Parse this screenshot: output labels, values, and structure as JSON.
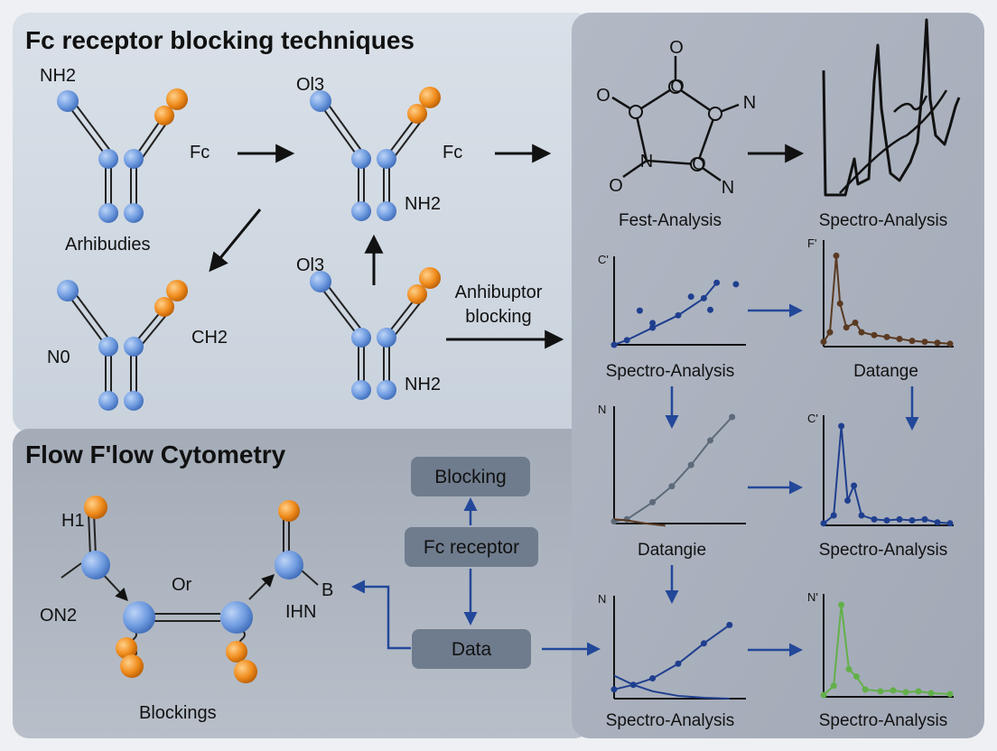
{
  "panels": {
    "fc_title": "Fc receptor blocking techniques",
    "flow_title": "Flow F'low Cytometry"
  },
  "colors": {
    "blue_node": "#6f9be0",
    "orange_node": "#f08c1c",
    "navy_series": "#1f3f8f",
    "brown_series": "#5a3a22",
    "slate_series": "#5d6a7a",
    "green_series": "#63b04a",
    "arrow_blue": "#23489a"
  },
  "fc_panel": {
    "label_nh2_top": "NH2",
    "label_fc_1": "Fc",
    "label_antibodies": "Arhibudies",
    "label_ol3_top": "Ol3",
    "label_fc_2": "Fc",
    "label_nh2_mid": "NH2",
    "label_n0": "N0",
    "label_ch2": "CH2",
    "label_ol3_bottom": "Ol3",
    "label_inhibitor_line1": "Anhibuptor",
    "label_inhibitor_line2": "blocking",
    "label_nh2_bottom": "NH2"
  },
  "flow_panel": {
    "label_h1": "H1",
    "label_on2": "ON2",
    "label_or": "Or",
    "label_b": "B",
    "label_ihn": "IHN",
    "label_blockings": "Blockings",
    "box_blocking": "Blocking",
    "box_fc_receptor": "Fc receptor",
    "box_data": "Data"
  },
  "analysis_panel": {
    "ring_atoms": [
      "O",
      "O",
      "O",
      "N",
      "N",
      "O",
      "N",
      "O"
    ],
    "caption_fest": "Fest-Analysis",
    "caption_spectro_top": "Spectro-Analysis"
  },
  "chart_data": [
    {
      "type": "scatter",
      "ylabel": "C'",
      "caption": "Spectro-Analysis",
      "series": [
        {
          "values": [
            [
              0.0,
              0.0
            ],
            [
              0.1,
              0.06
            ],
            [
              0.3,
              0.22
            ],
            [
              0.5,
              0.38
            ],
            [
              0.7,
              0.6
            ],
            [
              0.8,
              0.8
            ]
          ]
        },
        {
          "values": [
            [
              0.2,
              0.44
            ],
            [
              0.3,
              0.28
            ],
            [
              0.6,
              0.62
            ],
            [
              0.75,
              0.45
            ],
            [
              0.95,
              0.78
            ]
          ]
        }
      ]
    },
    {
      "type": "line",
      "ylabel": "F'",
      "caption": "Datange",
      "series": [
        {
          "values": [
            [
              0.0,
              0.05
            ],
            [
              0.05,
              0.15
            ],
            [
              0.1,
              0.95
            ],
            [
              0.13,
              0.45
            ],
            [
              0.18,
              0.2
            ],
            [
              0.25,
              0.25
            ],
            [
              0.3,
              0.15
            ],
            [
              0.4,
              0.12
            ],
            [
              0.5,
              0.1
            ],
            [
              0.6,
              0.08
            ],
            [
              0.7,
              0.06
            ],
            [
              0.8,
              0.05
            ],
            [
              0.9,
              0.04
            ],
            [
              1.0,
              0.03
            ]
          ]
        }
      ]
    },
    {
      "type": "line",
      "ylabel": "N",
      "caption": "Datangie",
      "series": [
        {
          "values": [
            [
              0.0,
              0.02
            ],
            [
              0.1,
              0.04
            ],
            [
              0.3,
              0.2
            ],
            [
              0.45,
              0.35
            ],
            [
              0.6,
              0.55
            ],
            [
              0.75,
              0.78
            ],
            [
              0.92,
              1.0
            ]
          ]
        },
        {
          "values": [
            [
              0.0,
              0.04
            ],
            [
              0.1,
              0.03
            ],
            [
              0.25,
              0.0
            ],
            [
              0.4,
              -0.02
            ]
          ]
        }
      ]
    },
    {
      "type": "line",
      "ylabel": "C'",
      "caption": "Spectro-Analysis",
      "series": [
        {
          "values": [
            [
              0.0,
              0.02
            ],
            [
              0.08,
              0.1
            ],
            [
              0.14,
              1.0
            ],
            [
              0.19,
              0.25
            ],
            [
              0.24,
              0.4
            ],
            [
              0.3,
              0.1
            ],
            [
              0.4,
              0.06
            ],
            [
              0.5,
              0.05
            ],
            [
              0.6,
              0.06
            ],
            [
              0.7,
              0.05
            ],
            [
              0.8,
              0.06
            ],
            [
              0.9,
              0.03
            ],
            [
              1.0,
              0.02
            ]
          ]
        }
      ]
    },
    {
      "type": "line",
      "ylabel": "N",
      "caption": "Spectro-Analysis",
      "series": [
        {
          "values": [
            [
              0.0,
              0.1
            ],
            [
              0.15,
              0.15
            ],
            [
              0.3,
              0.22
            ],
            [
              0.5,
              0.38
            ],
            [
              0.7,
              0.6
            ],
            [
              0.9,
              0.8
            ]
          ]
        },
        {
          "values": [
            [
              0.0,
              0.25
            ],
            [
              0.15,
              0.15
            ],
            [
              0.3,
              0.08
            ],
            [
              0.5,
              0.03
            ],
            [
              0.7,
              0.01
            ],
            [
              0.9,
              0.0
            ]
          ]
        }
      ]
    },
    {
      "type": "line",
      "ylabel": "N'",
      "caption": "Spectro-Analysis",
      "series": [
        {
          "values": [
            [
              0.0,
              0.02
            ],
            [
              0.08,
              0.12
            ],
            [
              0.14,
              1.0
            ],
            [
              0.2,
              0.3
            ],
            [
              0.26,
              0.22
            ],
            [
              0.33,
              0.08
            ],
            [
              0.45,
              0.06
            ],
            [
              0.55,
              0.07
            ],
            [
              0.65,
              0.05
            ],
            [
              0.75,
              0.06
            ],
            [
              0.85,
              0.04
            ],
            [
              1.0,
              0.03
            ]
          ]
        }
      ]
    }
  ]
}
